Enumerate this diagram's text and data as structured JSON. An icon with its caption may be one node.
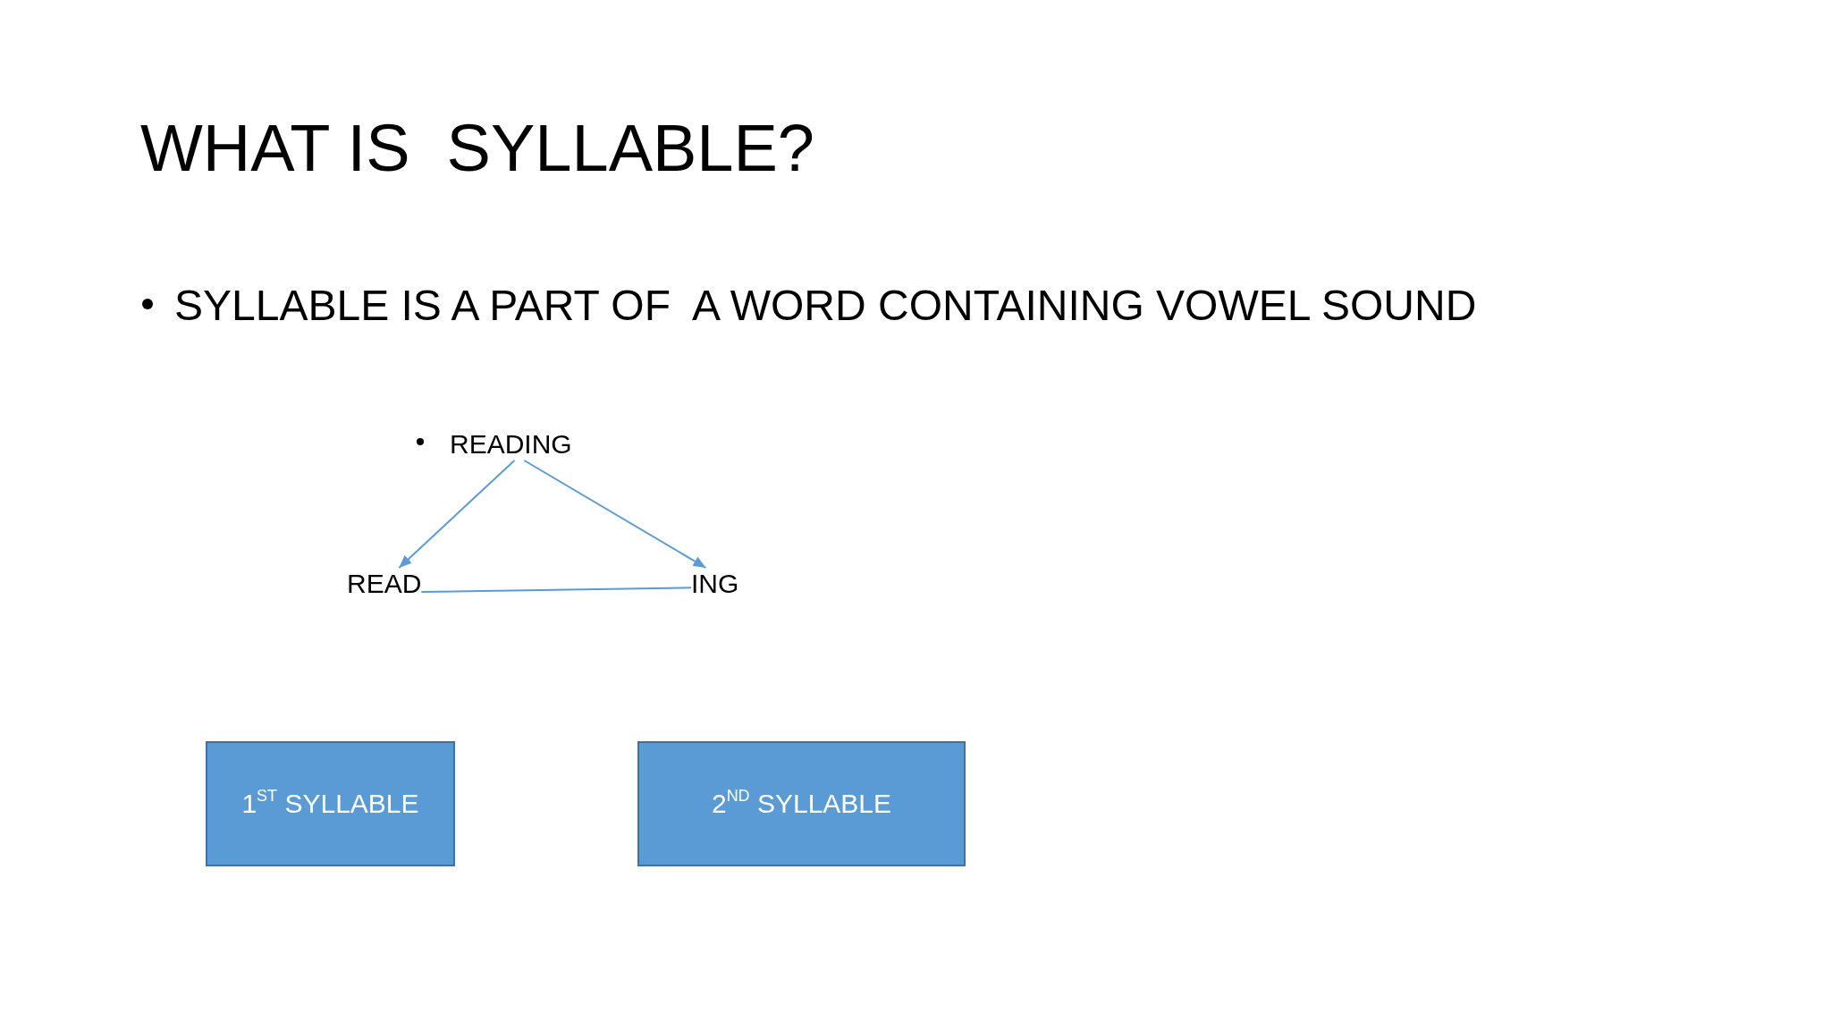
{
  "diagram": {
    "title": "WHAT IS  SYLLABLE?",
    "nodes": [
      {
        "text": [
          "READING"
        ]
      },
      {
        "text": [
          "READ"
        ]
      },
      {
        "text": [
          "ING"
        ]
      },
      {
        "text": [
          "1$^{ST}$ SYLLABLE"
        ]
      },
      {
        "text": [
          "2$^{ND}$ SYLLABLE"
        ]
      }
    ],
    "edges": [
      {
        "from": 0,
        "to": 1,
        "arrow": "to"
      },
      {
        "from": 0,
        "to": 2,
        "arrow": "to"
      },
      {
        "from": 1,
        "to": 2,
        "arrow": "none"
      }
    ],
    "labels": [
      "SYLLABLE IS A PART OF  A WORD CONTAINING VOWEL SOUND"
    ]
  }
}
